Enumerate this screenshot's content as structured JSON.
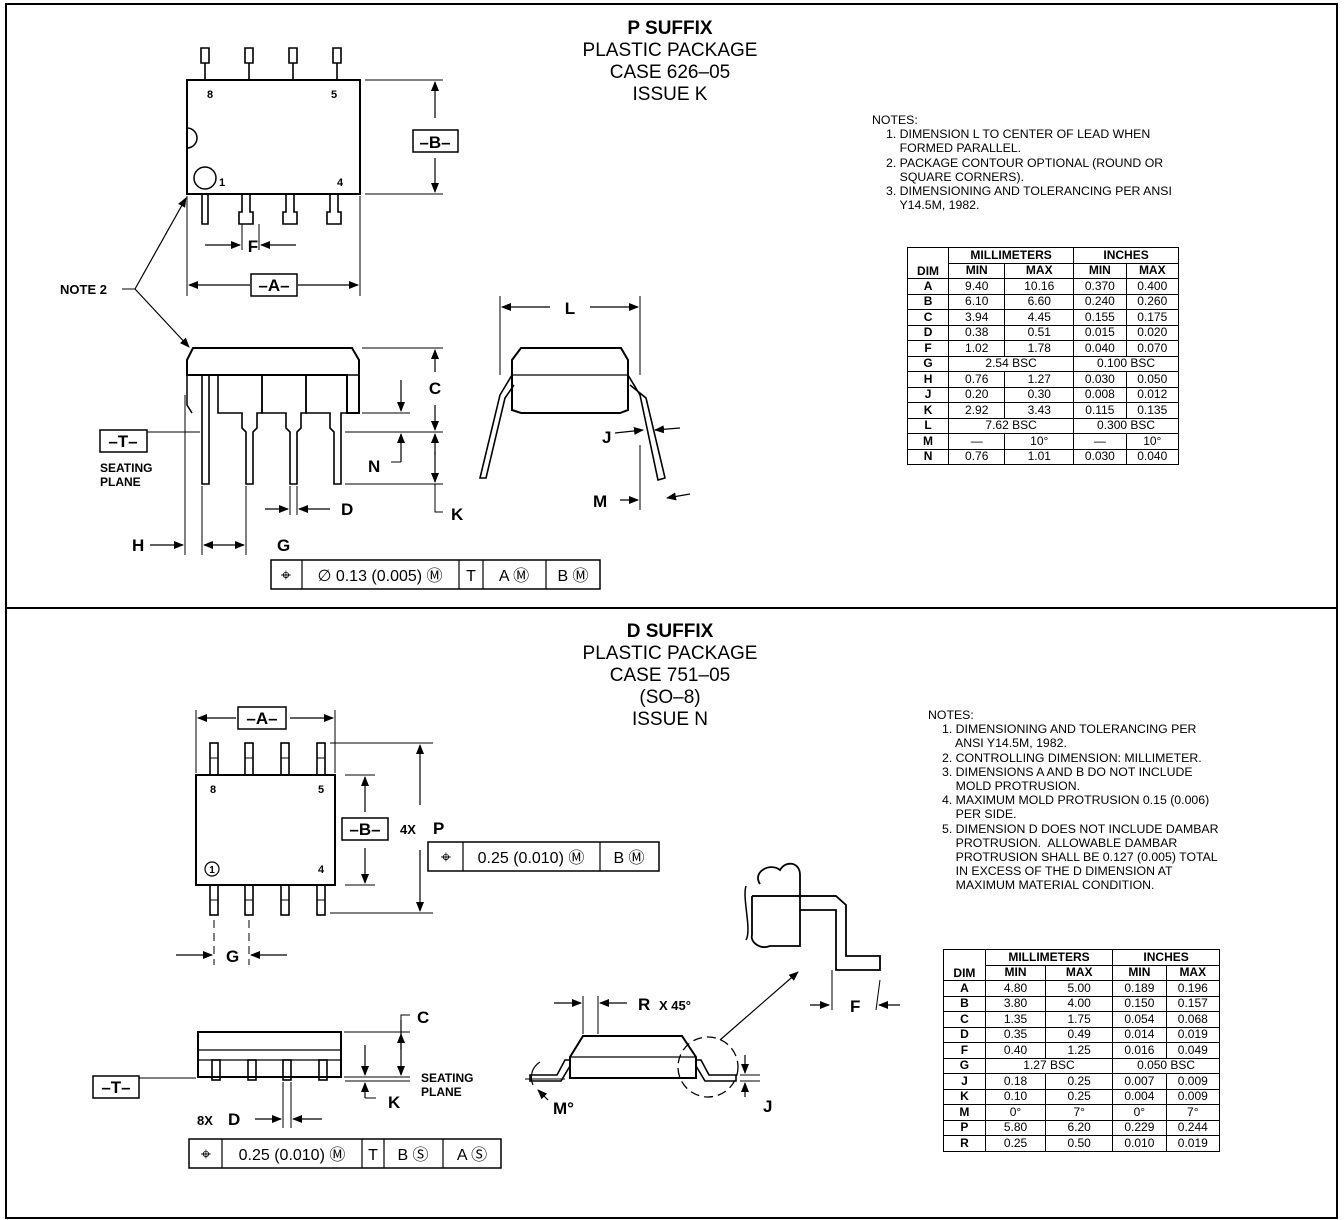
{
  "p_package": {
    "title_lines": [
      "P SUFFIX",
      "PLASTIC PACKAGE",
      "CASE 626–05",
      "ISSUE K"
    ],
    "notes_heading": "NOTES:",
    "notes": [
      "1. DIMENSION L TO CENTER OF LEAD WHEN",
      "    FORMED PARALLEL.",
      "2. PACKAGE CONTOUR OPTIONAL (ROUND OR",
      "    SQUARE CORNERS).",
      "3. DIMENSIONING AND TOLERANCING PER ANSI",
      "    Y14.5M, 1982."
    ],
    "labels": {
      "B": "–B–",
      "A": "–A–",
      "F": "F",
      "note2": "NOTE 2",
      "pin8": "8",
      "pin5": "5",
      "pin1": "1",
      "pin4": "4",
      "T": "–T–",
      "seating1": "SEATING",
      "seating2": "PLANE",
      "C": "C",
      "N": "N",
      "K": "K",
      "D": "D",
      "H": "H",
      "G": "G",
      "L": "L",
      "J": "J",
      "M": "M"
    },
    "tolerance_frame": [
      "⌖",
      "∅ 0.13 (0.005) Ⓜ",
      "T",
      "A Ⓜ",
      "B Ⓜ"
    ],
    "table": {
      "group_headers": [
        "MILLIMETERS",
        "INCHES"
      ],
      "dim_header": "DIM",
      "sub_headers": [
        "MIN",
        "MAX",
        "MIN",
        "MAX"
      ],
      "rows": [
        {
          "dim": "A",
          "cells": [
            "9.40",
            "10.16",
            "0.370",
            "0.400"
          ]
        },
        {
          "dim": "B",
          "cells": [
            "6.10",
            "6.60",
            "0.240",
            "0.260"
          ]
        },
        {
          "dim": "C",
          "cells": [
            "3.94",
            "4.45",
            "0.155",
            "0.175"
          ]
        },
        {
          "dim": "D",
          "cells": [
            "0.38",
            "0.51",
            "0.015",
            "0.020"
          ]
        },
        {
          "dim": "F",
          "cells": [
            "1.02",
            "1.78",
            "0.040",
            "0.070"
          ]
        },
        {
          "dim": "G",
          "span": [
            "2.54 BSC",
            "0.100 BSC"
          ]
        },
        {
          "dim": "H",
          "cells": [
            "0.76",
            "1.27",
            "0.030",
            "0.050"
          ]
        },
        {
          "dim": "J",
          "cells": [
            "0.20",
            "0.30",
            "0.008",
            "0.012"
          ]
        },
        {
          "dim": "K",
          "cells": [
            "2.92",
            "3.43",
            "0.115",
            "0.135"
          ]
        },
        {
          "dim": "L",
          "span": [
            "7.62 BSC",
            "0.300 BSC"
          ]
        },
        {
          "dim": "M",
          "cells": [
            "—",
            "10°",
            "—",
            "10°"
          ]
        },
        {
          "dim": "N",
          "cells": [
            "0.76",
            "1.01",
            "0.030",
            "0.040"
          ]
        }
      ]
    }
  },
  "d_package": {
    "title_lines": [
      "D SUFFIX",
      "PLASTIC PACKAGE",
      "CASE 751–05",
      "(SO–8)",
      "ISSUE N"
    ],
    "notes_heading": "NOTES:",
    "notes": [
      "1. DIMENSIONING AND TOLERANCING PER",
      "    ANSI Y14.5M, 1982.",
      "2. CONTROLLING DIMENSION: MILLIMETER.",
      "3. DIMENSIONS A AND B DO NOT INCLUDE",
      "    MOLD PROTRUSION.",
      "4. MAXIMUM MOLD PROTRUSION 0.15 (0.006)",
      "    PER SIDE.",
      "5. DIMENSION D DOES NOT INCLUDE DAMBAR",
      "    PROTRUSION.  ALLOWABLE DAMBAR",
      "    PROTRUSION SHALL BE 0.127 (0.005) TOTAL",
      "    IN EXCESS OF THE D DIMENSION AT",
      "    MAXIMUM MATERIAL CONDITION."
    ],
    "labels": {
      "A": "–A–",
      "B": "–B–",
      "4x": "4X",
      "P": "P",
      "pin8": "8",
      "pin5": "5",
      "pin1": "1",
      "pin4": "4",
      "G": "G",
      "C": "C",
      "T": "–T–",
      "seating1": "SEATING",
      "seating2": "PLANE",
      "K": "K",
      "8x": "8X",
      "D": "D",
      "R": "R",
      "x45": "X 45°",
      "M": "M°",
      "J": "J",
      "F": "F"
    },
    "tolerance_frame_p": [
      "⌖",
      "0.25 (0.010) Ⓜ",
      "B Ⓜ"
    ],
    "tolerance_frame_d": [
      "⌖",
      "0.25 (0.010) Ⓜ",
      "T",
      "B Ⓢ",
      "A Ⓢ"
    ],
    "table": {
      "group_headers": [
        "MILLIMETERS",
        "INCHES"
      ],
      "dim_header": "DIM",
      "sub_headers": [
        "MIN",
        "MAX",
        "MIN",
        "MAX"
      ],
      "rows": [
        {
          "dim": "A",
          "cells": [
            "4.80",
            "5.00",
            "0.189",
            "0.196"
          ]
        },
        {
          "dim": "B",
          "cells": [
            "3.80",
            "4.00",
            "0.150",
            "0.157"
          ]
        },
        {
          "dim": "C",
          "cells": [
            "1.35",
            "1.75",
            "0.054",
            "0.068"
          ]
        },
        {
          "dim": "D",
          "cells": [
            "0.35",
            "0.49",
            "0.014",
            "0.019"
          ]
        },
        {
          "dim": "F",
          "cells": [
            "0.40",
            "1.25",
            "0.016",
            "0.049"
          ]
        },
        {
          "dim": "G",
          "span": [
            "1.27 BSC",
            "0.050 BSC"
          ]
        },
        {
          "dim": "J",
          "cells": [
            "0.18",
            "0.25",
            "0.007",
            "0.009"
          ]
        },
        {
          "dim": "K",
          "cells": [
            "0.10",
            "0.25",
            "0.004",
            "0.009"
          ]
        },
        {
          "dim": "M",
          "cells": [
            "0°",
            "7°",
            "0°",
            "7°"
          ]
        },
        {
          "dim": "P",
          "cells": [
            "5.80",
            "6.20",
            "0.229",
            "0.244"
          ]
        },
        {
          "dim": "R",
          "cells": [
            "0.25",
            "0.50",
            "0.010",
            "0.019"
          ]
        }
      ]
    }
  }
}
